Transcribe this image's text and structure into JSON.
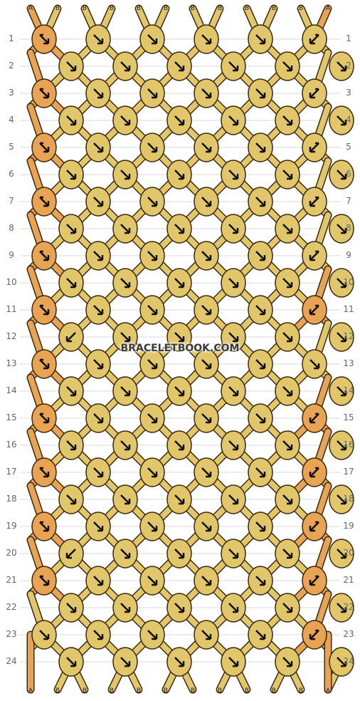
{
  "pattern": {
    "top_labels": [
      "A",
      "B",
      "B",
      "B",
      "B",
      "B",
      "B",
      "B",
      "B",
      "B",
      "B",
      "A"
    ],
    "bottom_labels": [
      "A",
      "B",
      "B",
      "B",
      "B",
      "B",
      "B",
      "B",
      "B",
      "B",
      "B",
      "A"
    ],
    "row_labels": [
      "1",
      "2",
      "3",
      "4",
      "5",
      "6",
      "7",
      "8",
      "9",
      "10",
      "11",
      "12",
      "13",
      "14",
      "15",
      "16",
      "17",
      "18",
      "19",
      "20",
      "21",
      "22",
      "23",
      "24"
    ],
    "watermark": "BRACELETBOOK.COM",
    "colors": {
      "A": "#E8A353",
      "B": "#E2C76A",
      "outline": "#3a2a10",
      "arrow": "#111111",
      "grid": "#d9d9d9"
    },
    "knots": [
      [
        "A",
        "B",
        "B",
        "B",
        "B",
        "B"
      ],
      [
        "B",
        "B",
        "B",
        "B",
        "B",
        "B"
      ],
      [
        "A",
        "B",
        "B",
        "B",
        "B",
        "B"
      ],
      [
        "B",
        "B",
        "B",
        "B",
        "B",
        "B"
      ],
      [
        "A",
        "B",
        "B",
        "B",
        "B",
        "B"
      ],
      [
        "B",
        "B",
        "B",
        "B",
        "B",
        "B"
      ],
      [
        "A",
        "B",
        "B",
        "B",
        "B",
        "B"
      ],
      [
        "B",
        "B",
        "B",
        "B",
        "B",
        "B"
      ],
      [
        "A",
        "B",
        "B",
        "B",
        "B",
        "B"
      ],
      [
        "B",
        "B",
        "B",
        "B",
        "B",
        "B"
      ],
      [
        "A",
        "B",
        "B",
        "B",
        "B",
        "A"
      ],
      [
        "B",
        "B",
        "B",
        "B",
        "B",
        "B"
      ],
      [
        "A",
        "B",
        "B",
        "B",
        "B",
        "B"
      ],
      [
        "B",
        "B",
        "B",
        "B",
        "B",
        "B"
      ],
      [
        "A",
        "B",
        "B",
        "B",
        "B",
        "A"
      ],
      [
        "B",
        "B",
        "B",
        "B",
        "B",
        "B"
      ],
      [
        "A",
        "B",
        "B",
        "B",
        "B",
        "A"
      ],
      [
        "B",
        "B",
        "B",
        "B",
        "B",
        "B"
      ],
      [
        "A",
        "B",
        "B",
        "B",
        "B",
        "A"
      ],
      [
        "B",
        "B",
        "B",
        "B",
        "B",
        "B"
      ],
      [
        "A",
        "B",
        "B",
        "B",
        "B",
        "A"
      ],
      [
        "B",
        "B",
        "B",
        "B",
        "B",
        "B"
      ],
      [
        "B",
        "B",
        "B",
        "B",
        "B",
        "A"
      ],
      [
        "B",
        "B",
        "B",
        "B",
        "B",
        "B"
      ]
    ],
    "arrows": [
      [
        "rb",
        "rf",
        "rf",
        "rf",
        "rf",
        "lb"
      ],
      [
        "rf",
        "rf",
        "rf",
        "rf",
        "rf",
        "rf"
      ],
      [
        "rb",
        "rf",
        "rf",
        "rf",
        "rf",
        "lb"
      ],
      [
        "rf",
        "rf",
        "rf",
        "rf",
        "rf",
        "rf"
      ],
      [
        "rb",
        "rf",
        "rf",
        "rf",
        "rf",
        "lb"
      ],
      [
        "rf",
        "rf",
        "rf",
        "rf",
        "rf",
        "rf"
      ],
      [
        "rb",
        "rf",
        "rf",
        "rf",
        "rf",
        "lb"
      ],
      [
        "rf",
        "rf",
        "rf",
        "rf",
        "rf",
        "rf"
      ],
      [
        "rb",
        "rf",
        "rf",
        "rf",
        "rf",
        "lb"
      ],
      [
        "rf",
        "rf",
        "rf",
        "rf",
        "rf",
        "rf"
      ],
      [
        "rb",
        "rf",
        "rf",
        "rf",
        "rf",
        "lb"
      ],
      [
        "lf",
        "rf",
        "rf",
        "rf",
        "rf",
        "rf"
      ],
      [
        "rb",
        "rf",
        "rf",
        "rf",
        "rf",
        "rf"
      ],
      [
        "rf",
        "rf",
        "rf",
        "rf",
        "rf",
        "rf"
      ],
      [
        "rb",
        "rf",
        "rf",
        "rf",
        "rf",
        "lb"
      ],
      [
        "rf",
        "rf",
        "rf",
        "rf",
        "rf",
        "rf"
      ],
      [
        "rb",
        "rf",
        "rf",
        "rf",
        "rf",
        "lb"
      ],
      [
        "rf",
        "rf",
        "rf",
        "rf",
        "rf",
        "rf"
      ],
      [
        "rb",
        "rf",
        "rf",
        "rf",
        "rf",
        "lb"
      ],
      [
        "lf",
        "rf",
        "rf",
        "rf",
        "rf",
        "rf"
      ],
      [
        "rb",
        "rf",
        "rf",
        "rf",
        "rf",
        "lb"
      ],
      [
        "rf",
        "rf",
        "rf",
        "rf",
        "rf",
        "rf"
      ],
      [
        "rf",
        "rf",
        "rf",
        "rf",
        "rf",
        "lb"
      ],
      [
        "rf",
        "rf",
        "rf",
        "rf",
        "rf",
        "rf"
      ]
    ]
  }
}
